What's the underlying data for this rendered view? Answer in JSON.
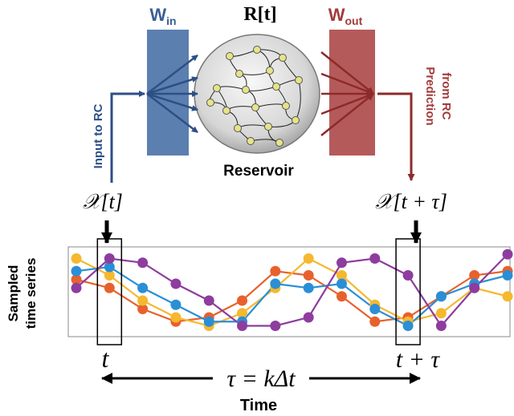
{
  "colors": {
    "win": "#5b7fae",
    "wout": "#b55a5a",
    "blue_text": "#3a5f96",
    "red_text": "#a23b3b",
    "input_arrow": "#2e4f86",
    "output_arrow": "#8e2a2a",
    "series": [
      "#e8612c",
      "#f5b82e",
      "#2a8fd6",
      "#8e3c9e"
    ]
  },
  "labels": {
    "win_main": "W",
    "win_sub": "in",
    "wout_main": "W",
    "wout_sub": "out",
    "reservoir_state": "R[t]",
    "reservoir": "Reservoir",
    "input_to_rc": "Input to RC",
    "prediction_line1": "Prediction",
    "prediction_line2": "from RC",
    "x_input": "𝒳[t]",
    "x_output": "𝒳[t + τ]",
    "sampled_line1": "Sampled",
    "sampled_line2": "time series",
    "t_left": "t",
    "t_right": "t + τ",
    "tau_eq": "τ = kΔt",
    "time": "Time"
  },
  "chart_data": {
    "type": "line",
    "x": [
      0,
      1,
      2,
      3,
      4,
      5,
      6,
      7,
      8,
      9,
      10,
      11,
      12,
      13
    ],
    "series": [
      {
        "values": [
          0.65,
          0.55,
          0.3,
          0.15,
          0.2,
          0.4,
          0.75,
          0.7,
          0.45,
          0.15,
          0.2,
          0.45,
          0.7,
          0.75
        ]
      },
      {
        "values": [
          0.9,
          0.7,
          0.4,
          0.2,
          0.1,
          0.25,
          0.55,
          0.9,
          0.7,
          0.35,
          0.15,
          0.25,
          0.55,
          0.45
        ]
      },
      {
        "values": [
          0.75,
          0.8,
          0.55,
          0.35,
          0.15,
          0.15,
          0.6,
          0.55,
          0.6,
          0.3,
          0.1,
          0.45,
          0.6,
          0.7
        ]
      },
      {
        "values": [
          0.55,
          0.9,
          0.85,
          0.6,
          0.4,
          0.1,
          0.1,
          0.2,
          0.85,
          0.9,
          0.7,
          0.1,
          0.55,
          0.95
        ]
      }
    ],
    "ylim": [
      0,
      1
    ],
    "sample_index_left": 1,
    "sample_index_right": 10
  }
}
